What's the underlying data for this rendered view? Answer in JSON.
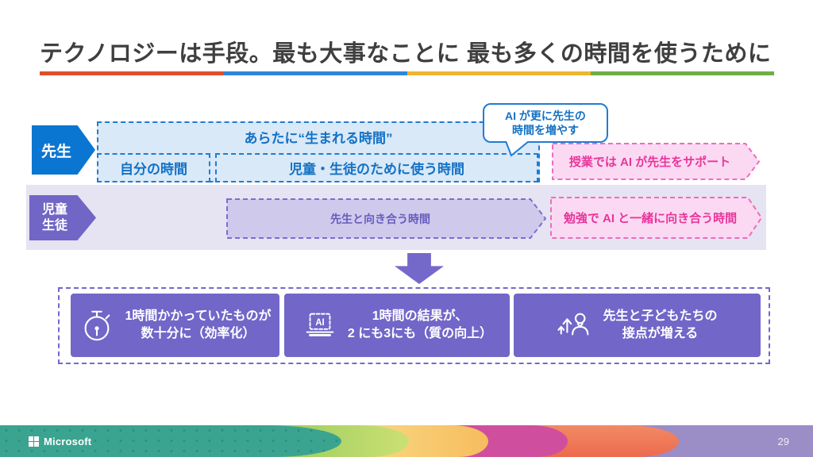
{
  "slide": {
    "title": "テクノロジーは手段。最も大事なことに 最も多くの時間を使うために"
  },
  "teacher": {
    "label": "先生",
    "new_time": "あらたに“生まれる時間”",
    "own_time": "自分の時間",
    "student_time": "児童・生徒のために使う時間",
    "callout_line1": "AI が更に先生の",
    "callout_line2": "時間を増やす",
    "ai_support": "授業では AI が先生をサポート"
  },
  "students": {
    "label_line1": "児童",
    "label_line2": "生徒",
    "facing_teacher": "先生と向き合う時間",
    "ai_study": "勉強で AI と一緒に向き合う時間"
  },
  "benefits": [
    {
      "icon": "stopwatch-icon",
      "line1": "1時間かかっていたものが",
      "line2": "数十分に（効率化）"
    },
    {
      "icon": "ai-laptop-icon",
      "icon_label": "AI",
      "line1": "1時間の結果が、",
      "line2": "2 にも3にも（質の向上）"
    },
    {
      "icon": "person-growth-icon",
      "line1": "先生と子どもたちの",
      "line2": "接点が増える"
    }
  ],
  "footer": {
    "logo_text": "Microsoft",
    "page_number": "29"
  },
  "colors": {
    "title_text": "#3f3f3f",
    "underline": [
      "#e0502c",
      "#2e86dc",
      "#eeb62f",
      "#6fae46"
    ],
    "teacher_blue": "#0b76d1",
    "teacher_box_fill": "#d9e9f8",
    "teacher_box_border": "#1f7cd4",
    "teacher_text": "#1471c4",
    "pink_fill": "#fcd9f2",
    "pink_border": "#ef6cbb",
    "pink_text": "#e8359b",
    "student_purple": "#7165c5",
    "student_band": "#e6e3f3",
    "student_box_fill": "#cfc9ec",
    "student_box_border": "#7b6ed0",
    "benefit_purple": "#7266c8",
    "footer_colors": [
      "#3aa490",
      "#8cc656",
      "#f9cf79",
      "#cf4f9e",
      "#ec6a4d",
      "#9b8dc6"
    ]
  }
}
